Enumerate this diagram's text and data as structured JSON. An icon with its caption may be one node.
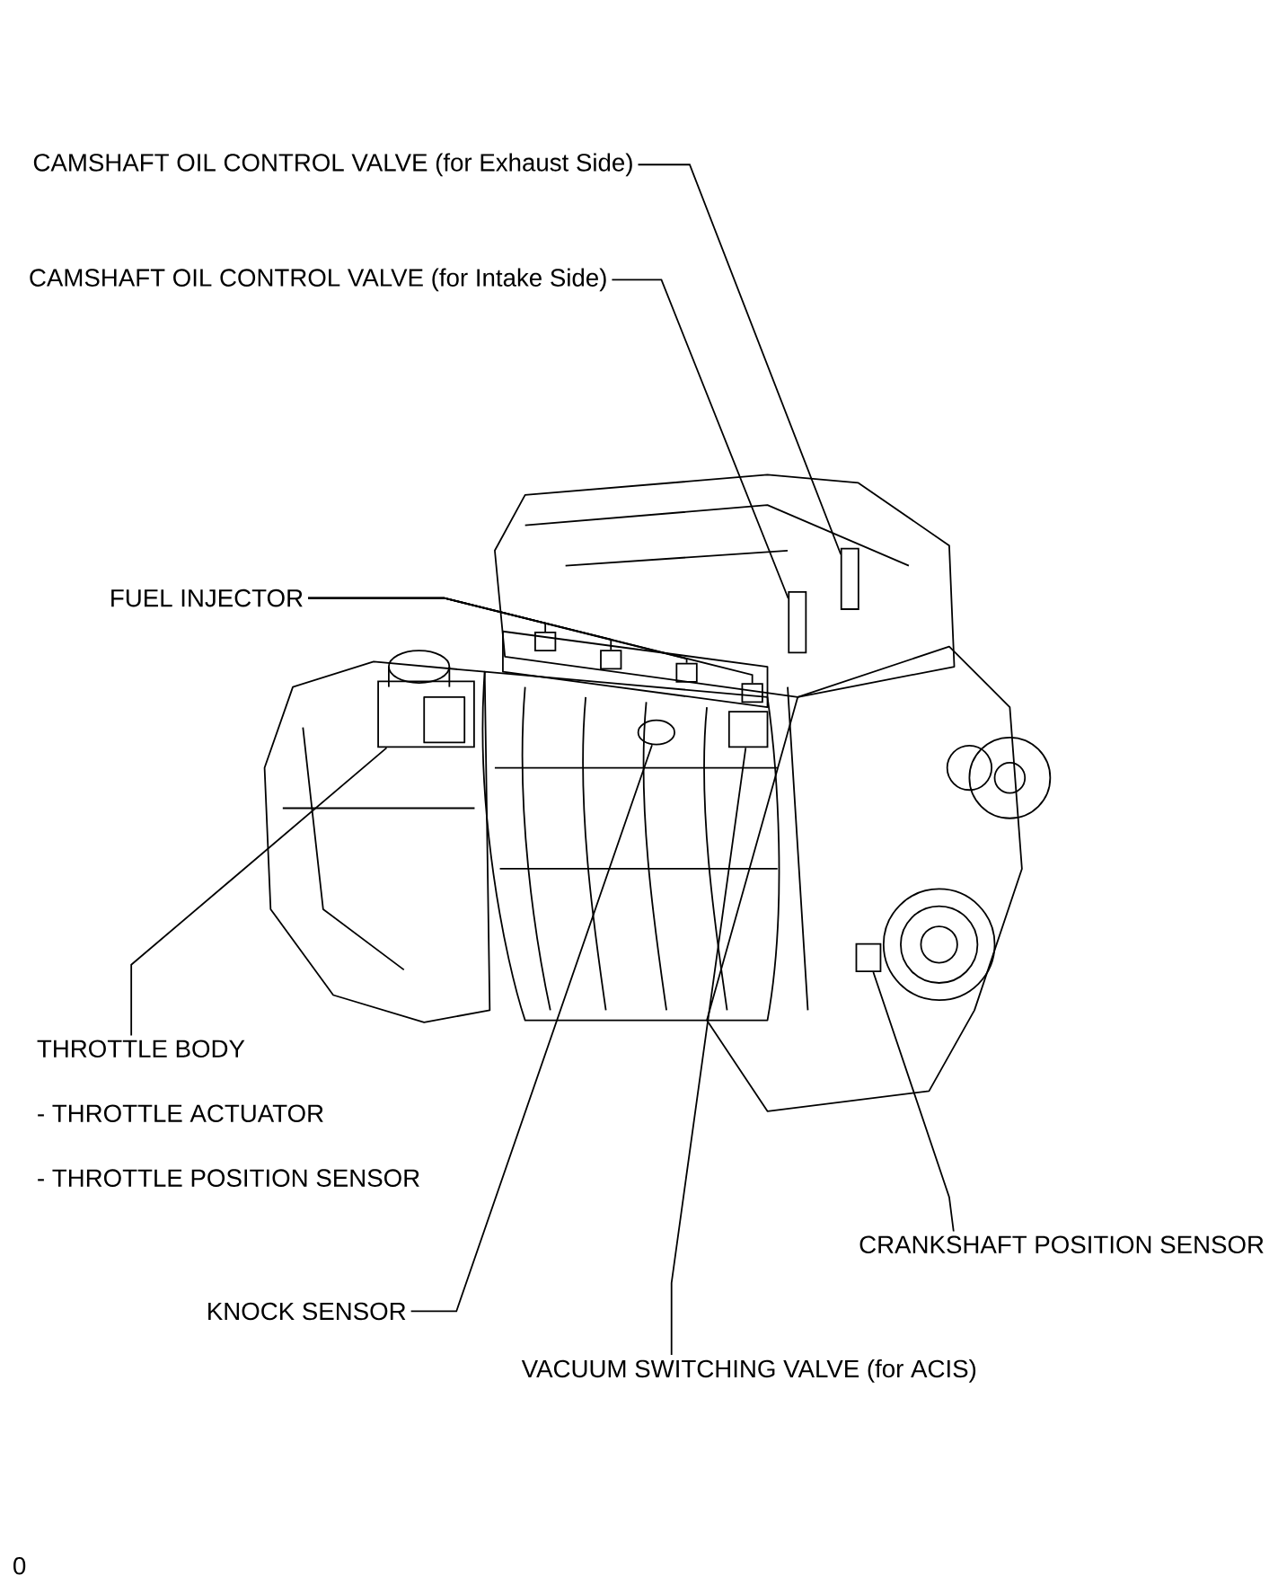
{
  "diagram": {
    "nodes": [
      {
        "text": [
          "CAMSHAFT OIL CONTROL VALVE (for Exhaust Side)"
        ]
      },
      {
        "text": [
          "CAMSHAFT OIL CONTROL VALVE (for Intake Side)"
        ]
      },
      {
        "text": [
          "FUEL INJECTOR"
        ]
      },
      {
        "text": [
          "THROTTLE BODY",
          "- THROTTLE ACTUATOR",
          "- THROTTLE POSITION SENSOR"
        ]
      },
      {
        "text": [
          "KNOCK SENSOR"
        ]
      },
      {
        "text": [
          "VACUUM SWITCHING VALVE (for ACIS)"
        ]
      },
      {
        "text": [
          "CRANKSHAFT POSITION SENSOR"
        ]
      },
      {
        "text": [],
        "shape": "cylinder"
      },
      {
        "text": [],
        "shape": "cylinder"
      },
      {
        "text": [],
        "shape": "box"
      },
      {
        "text": [],
        "shape": "box"
      },
      {
        "text": [],
        "shape": "box"
      },
      {
        "text": [],
        "shape": "box"
      },
      {
        "text": [],
        "shape": "box"
      },
      {
        "text": [],
        "shape": "circle"
      },
      {
        "text": [],
        "shape": "box"
      },
      {
        "text": [],
        "shape": "box"
      }
    ],
    "edges": [
      {
        "from": 0,
        "to": 7,
        "arrow": "none"
      },
      {
        "from": 1,
        "to": 8,
        "arrow": "none"
      },
      {
        "from": 2,
        "to": 9,
        "arrow": "none"
      },
      {
        "from": 2,
        "to": 10,
        "arrow": "none"
      },
      {
        "from": 2,
        "to": 11,
        "arrow": "none"
      },
      {
        "from": 2,
        "to": 12,
        "arrow": "none"
      },
      {
        "from": 3,
        "to": 13,
        "arrow": "none"
      },
      {
        "from": 4,
        "to": 14,
        "arrow": "none"
      },
      {
        "from": 5,
        "to": 15,
        "arrow": "none"
      },
      {
        "from": 6,
        "to": 16,
        "arrow": "none"
      }
    ],
    "labels": [
      "0"
    ]
  }
}
